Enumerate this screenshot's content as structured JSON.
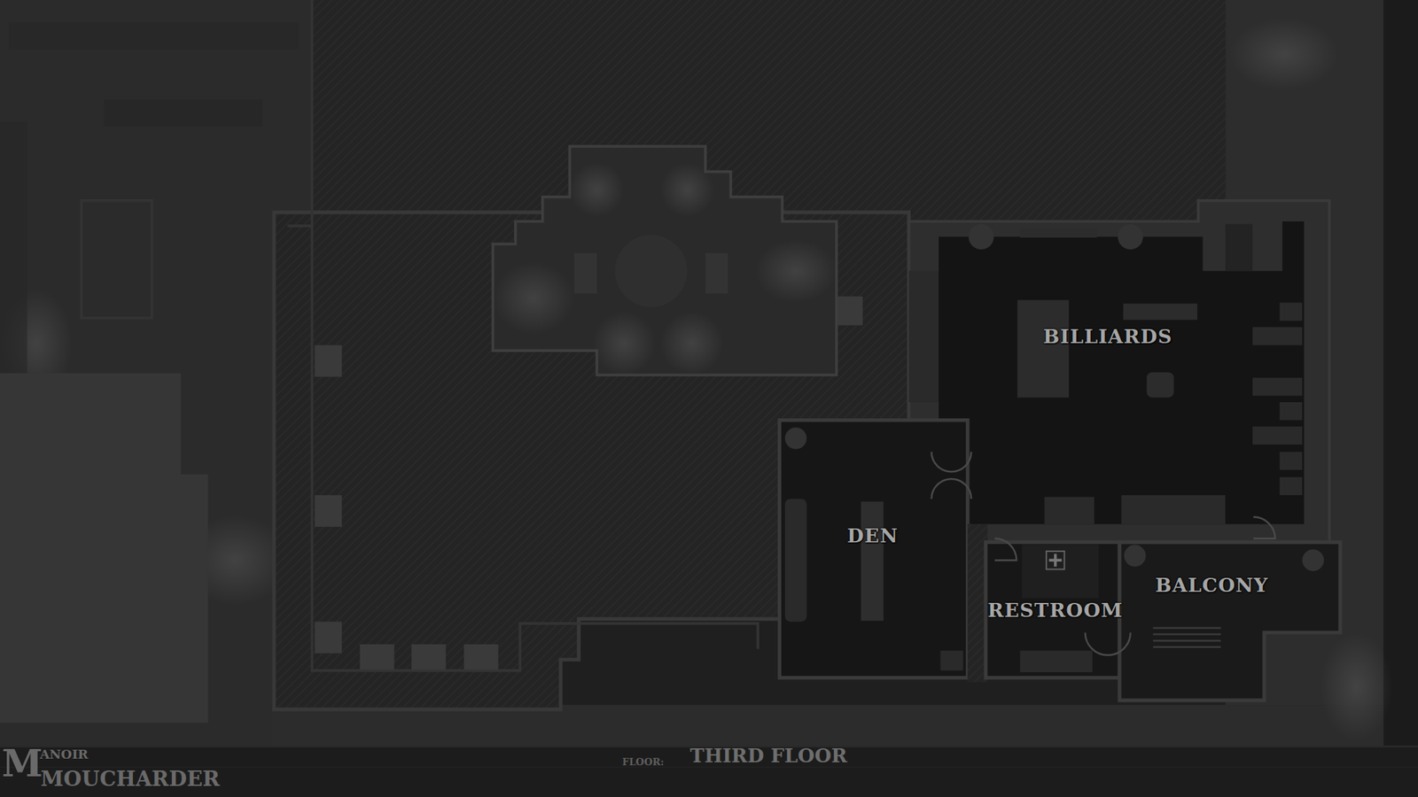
{
  "diagram": {
    "nodes": [
      {
        "text": [
          "BILLIARDS"
        ]
      },
      {
        "text": [
          "DEN"
        ]
      },
      {
        "text": [
          "RESTROOM"
        ]
      },
      {
        "text": [
          "BALCONY"
        ]
      }
    ],
    "labels": [
      "FLOOR:",
      "THIRD FLOOR",
      "M",
      "ANOIR",
      "MOUCHARDER"
    ]
  }
}
